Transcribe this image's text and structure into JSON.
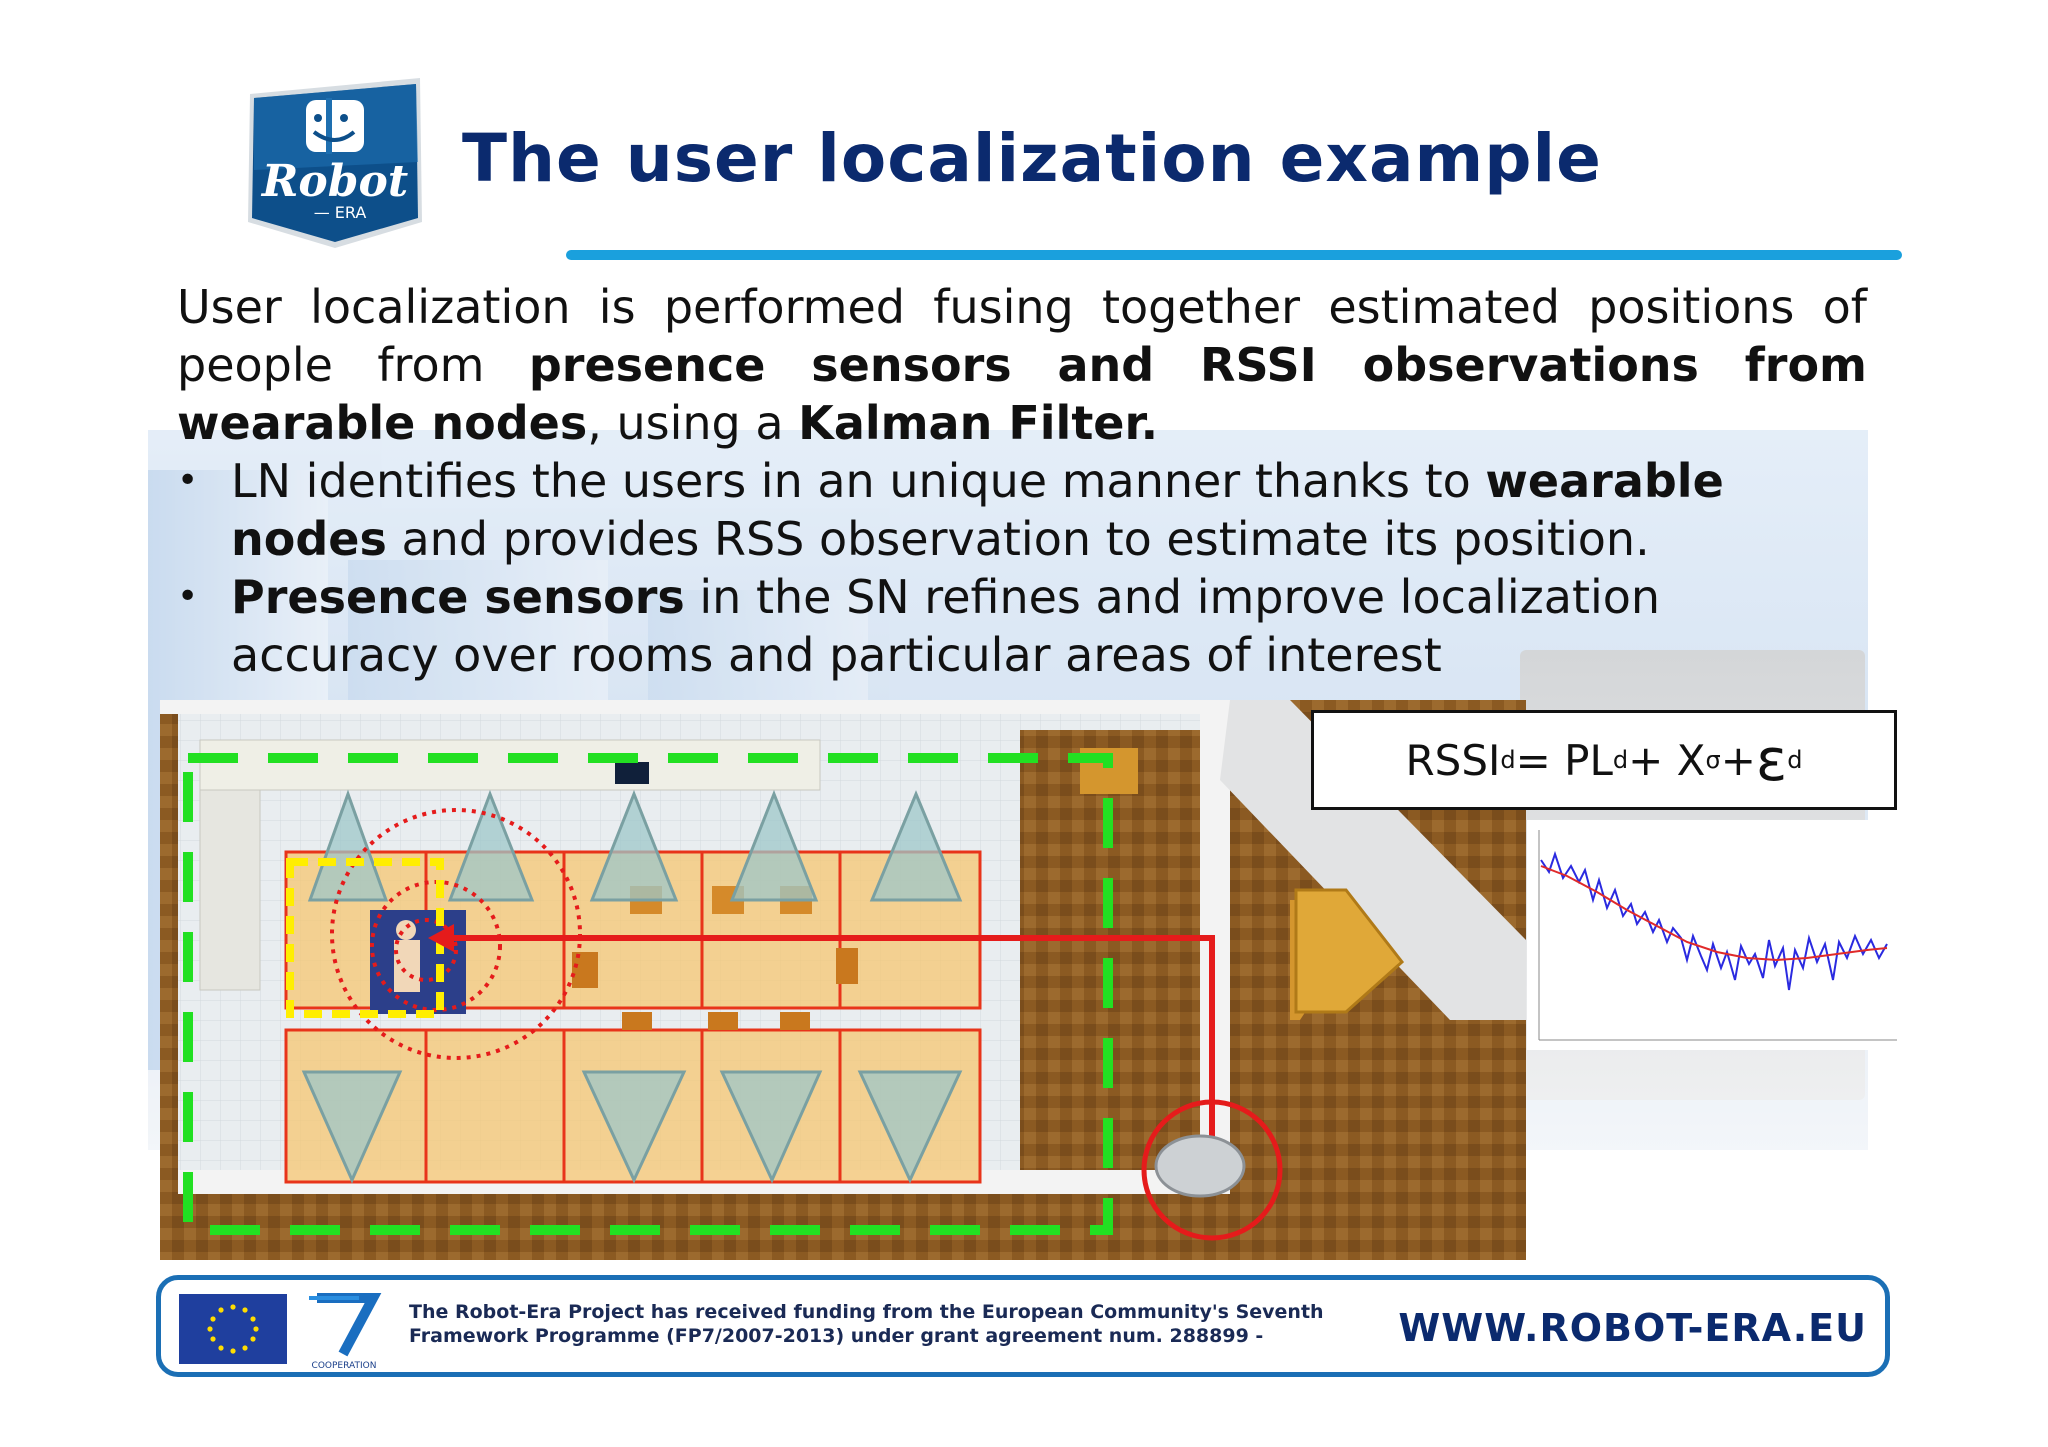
{
  "slide": {
    "title": "The user localization example"
  },
  "logo": {
    "name": "Robot",
    "sub": "— ERA"
  },
  "intro": {
    "part1": "User localization is performed fusing together estimated positions of people from ",
    "bold1": "presence sensors and RSSI observations from wearable nodes",
    "part2": ", using a ",
    "bold2": "Kalman Filter."
  },
  "bullets": [
    {
      "dot": "•",
      "text1": "LN identifies the users in an unique manner thanks to ",
      "bold": "wearable nodes",
      "text2": " and provides RSS observation to estimate its position."
    },
    {
      "dot": "•",
      "bold": "Presence sensors",
      "text2": " in the SN refines and improve localization accuracy over rooms and particular areas of interest"
    }
  ],
  "formula": {
    "lhs": "RSSI",
    "lhs_sub": "d",
    "eq": " = PL",
    "pl_sub": "d",
    "plus1": " + X",
    "x_sub": "σ",
    "plus2": "+ ",
    "eps": "ε",
    "eps_sub": "d"
  },
  "footer": {
    "funding_line1": "The Robot-Era Project has received funding from the European Community's Seventh",
    "funding_line2": "Framework Programme (FP7/2007-2013) under grant agreement num. 288899 -",
    "url": "WWW.ROBOT-ERA.EU",
    "fp7_label": "COOPERATION"
  },
  "colors": {
    "title": "#0b2a6e",
    "underline": "#1aa0dd",
    "footer_border": "#1b6fb5",
    "path_red": "#e51b1b",
    "zone_green": "#22e022",
    "sensor_yellow": "#ffee00"
  }
}
